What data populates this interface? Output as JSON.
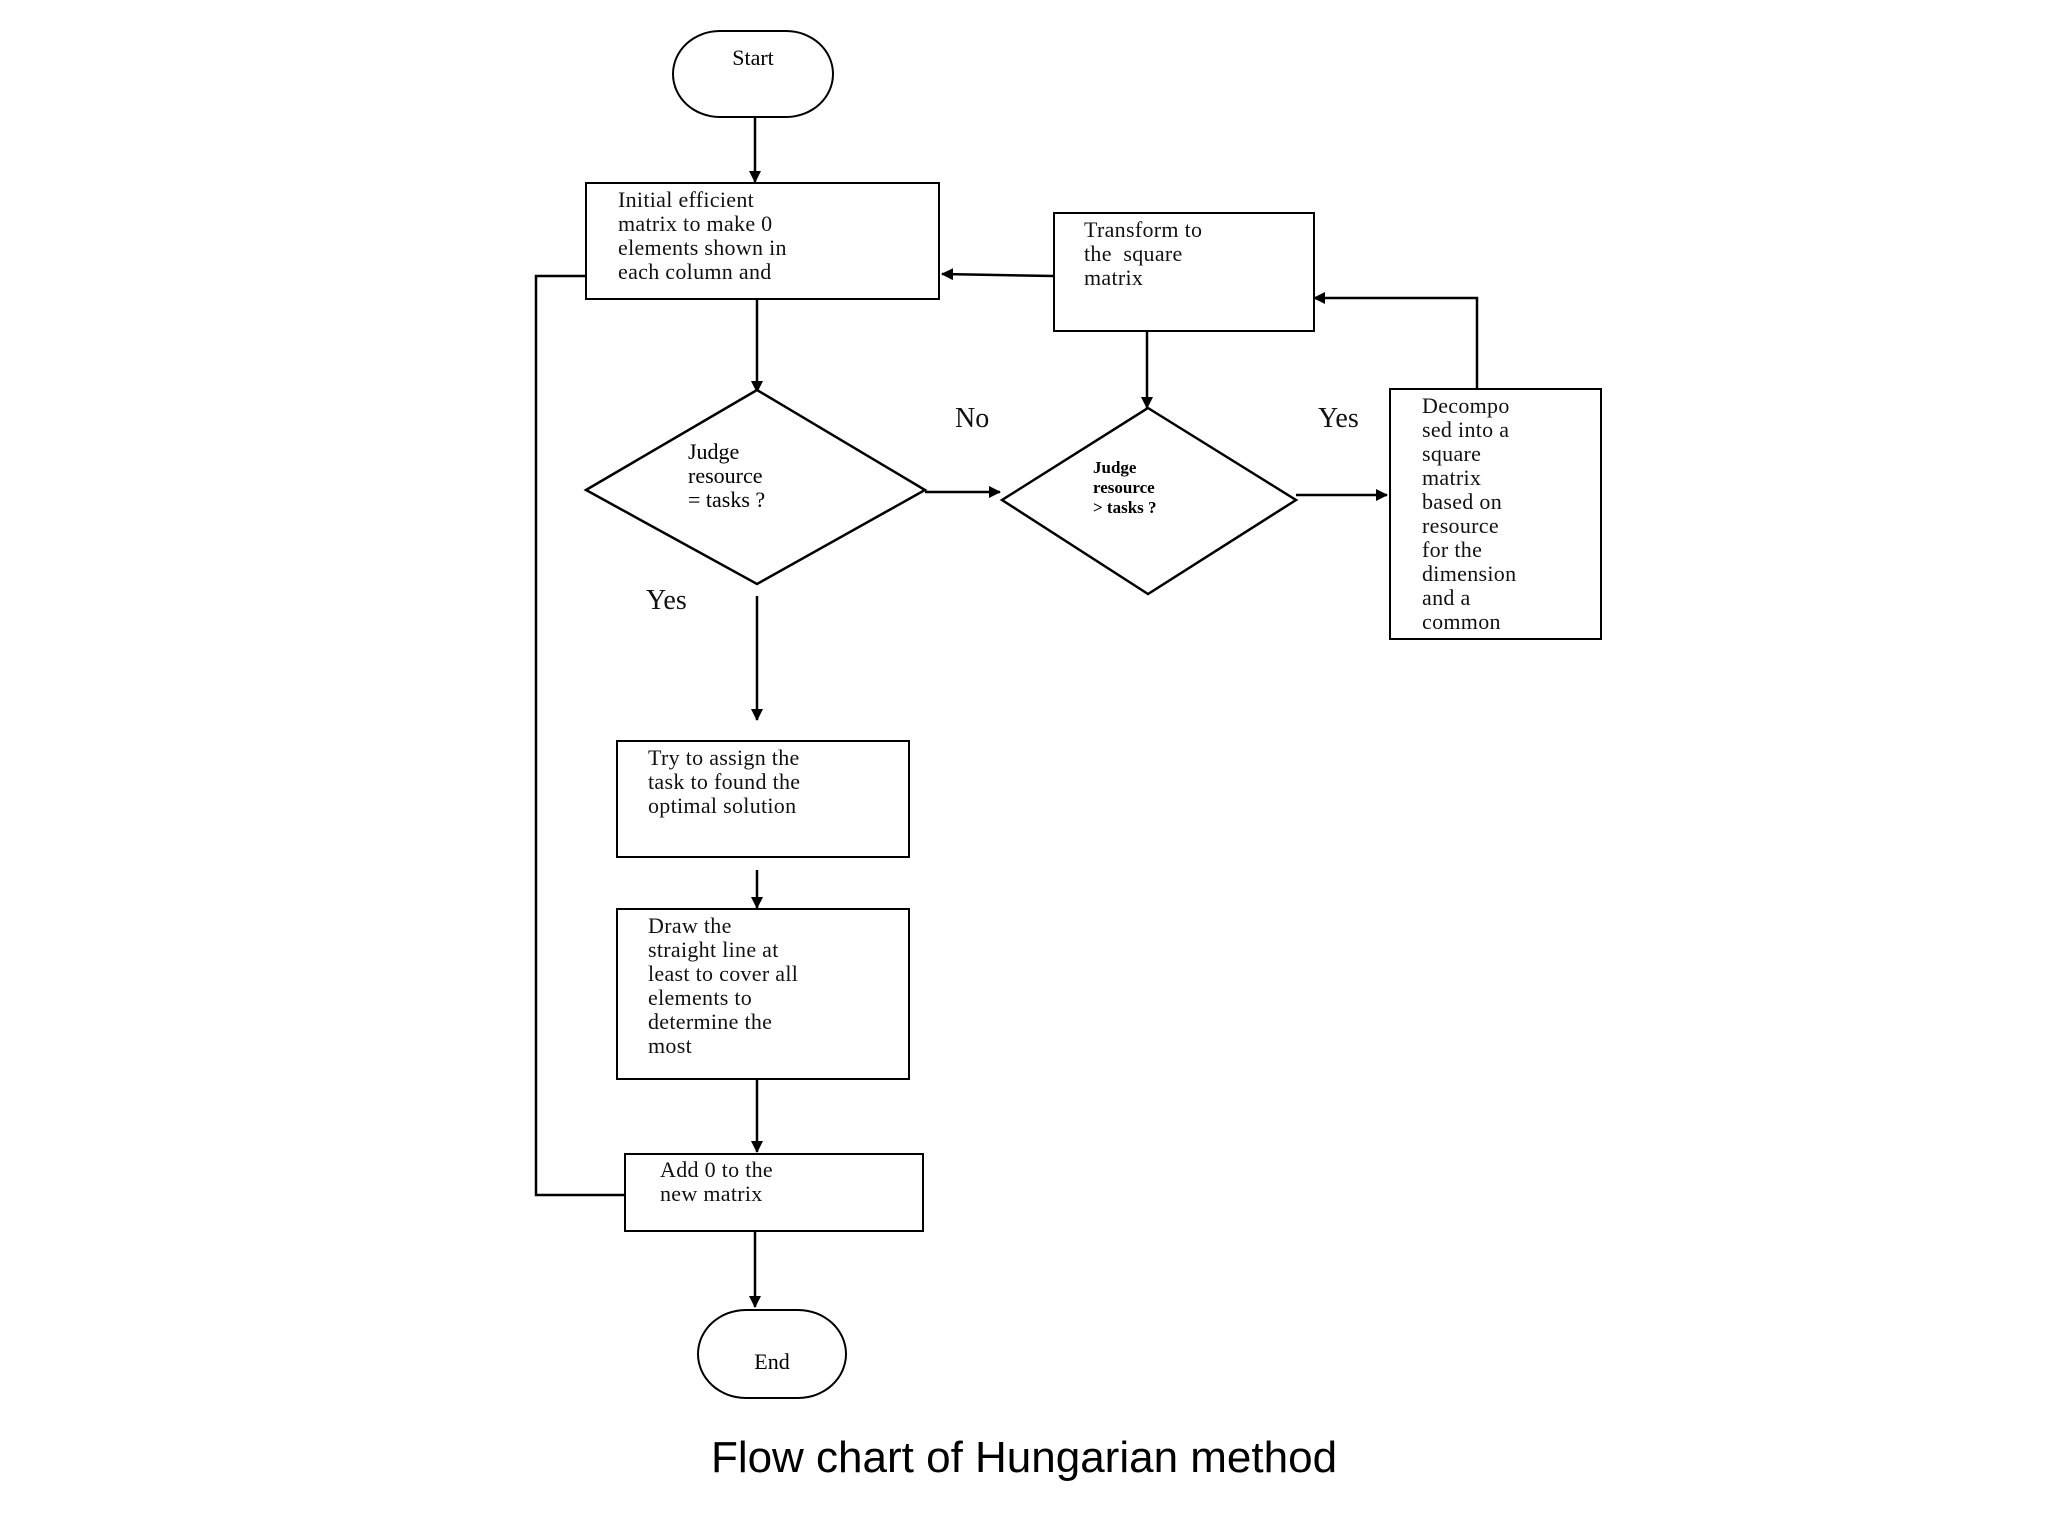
{
  "nodes": {
    "start": {
      "text": "Start"
    },
    "initial": {
      "text": "Initial efficient\nmatrix to make 0\nelements shown in\neach column and"
    },
    "transform": {
      "text": "Transform to\nthe  square\nmatrix"
    },
    "judge_equal": {
      "text": "Judge\nresource\n= tasks ?"
    },
    "judge_greater": {
      "text": "Judge\nresource\n> tasks ?"
    },
    "decompose": {
      "text": "Decompo\nsed into a\nsquare\nmatrix\nbased on\nresource\nfor the\ndimension\nand a\ncommon"
    },
    "assign": {
      "text": "Try to assign the\ntask to found the\noptimal solution"
    },
    "draw": {
      "text": "Draw the\nstraight line at\nleast to cover all\nelements to\ndetermine the\nmost"
    },
    "add": {
      "text": "Add 0 to the\nnew matrix"
    },
    "end": {
      "text": "End"
    }
  },
  "edge_labels": {
    "no": "No",
    "yes_right": "Yes",
    "yes_down": "Yes"
  },
  "caption": "Flow chart of Hungarian method"
}
